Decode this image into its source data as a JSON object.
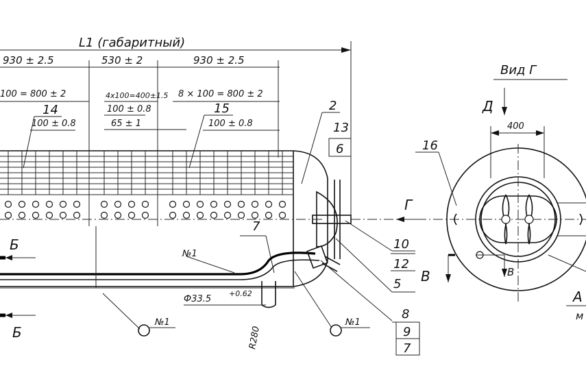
{
  "drawing": {
    "overall_length": "L1 (габаритный)",
    "dim_930_left": "930 ± 2.5",
    "dim_530": "530 ± 2",
    "dim_930_right": "930 ± 2.5",
    "dim_100_800_left": "100 = 800 ± 2",
    "dim_4x100": "4x100=400±1.5",
    "dim_8x100": "8 × 100 = 800 ± 2",
    "dim_100_08_mid": "100 ± 0.8",
    "dim_65": "65 ± 1",
    "dim_100_08_left": "100 ± 0.8",
    "dim_100_08_right": "100 ± 0.8",
    "dim_diameter": "Ф33.5",
    "dim_tolerance": "+0.62",
    "dim_radius": "R280",
    "dim_400": "400",
    "label_n1": "№1",
    "section_b": "Б",
    "arrow_g": "Г",
    "arrow_d": "Д",
    "arrow_v": "В",
    "label_a": "А",
    "label_m": "м",
    "view_title": "Вид Г"
  },
  "callouts": {
    "c14": "14",
    "c15": "15",
    "c2": "2",
    "c13": "13",
    "c6": "6",
    "c16": "16",
    "c7": "7",
    "c10": "10",
    "c12": "12",
    "c5": "5",
    "c8": "8",
    "c9": "9",
    "c7b": "7"
  }
}
